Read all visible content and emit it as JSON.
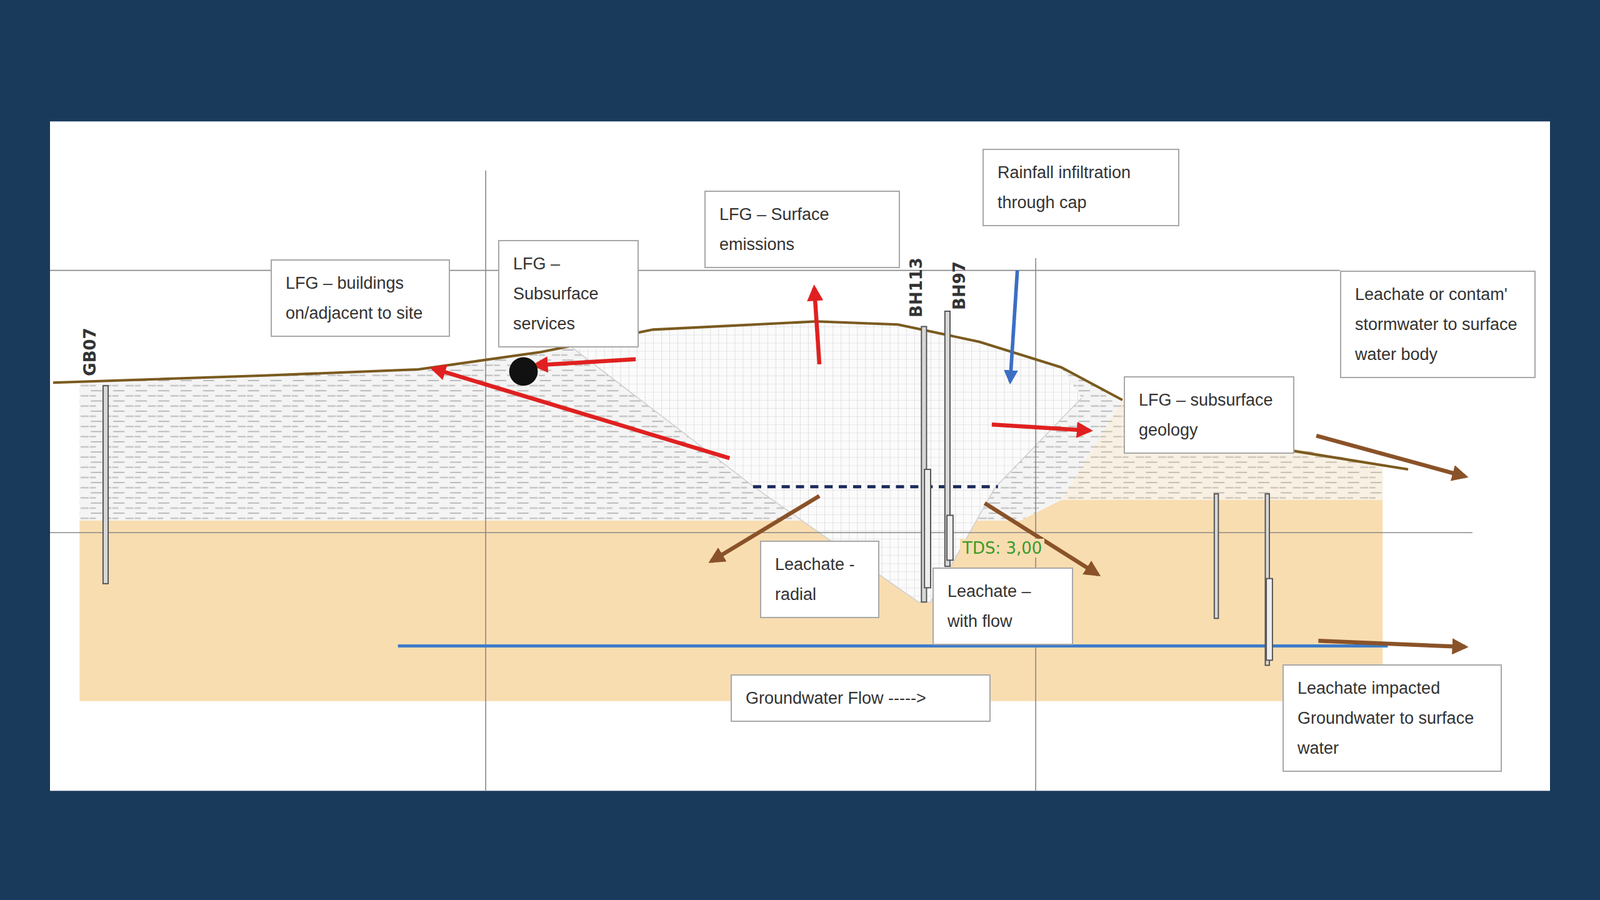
{
  "diagram": {
    "nodes": [
      {
        "text": [
          "LFG – buildings on/adjacent to site"
        ]
      },
      {
        "text": [
          "LFG – Subsurface services"
        ]
      },
      {
        "text": [
          "LFG – Surface emissions"
        ]
      },
      {
        "text": [
          "Rainfall infiltration through cap"
        ]
      },
      {
        "text": [
          "Leachate or contam' stormwater to surface water body"
        ]
      },
      {
        "text": [
          "LFG – subsurface geology"
        ]
      },
      {
        "text": [
          "Leachate - radial"
        ]
      },
      {
        "text": [
          "Leachate – with flow"
        ]
      },
      {
        "text": [
          "Groundwater Flow ----->"
        ]
      },
      {
        "text": [
          "Leachate impacted Groundwater to surface water"
        ]
      }
    ],
    "labels": [
      "GB07",
      "BH113",
      "BH97",
      "TDS: 3,00"
    ]
  }
}
